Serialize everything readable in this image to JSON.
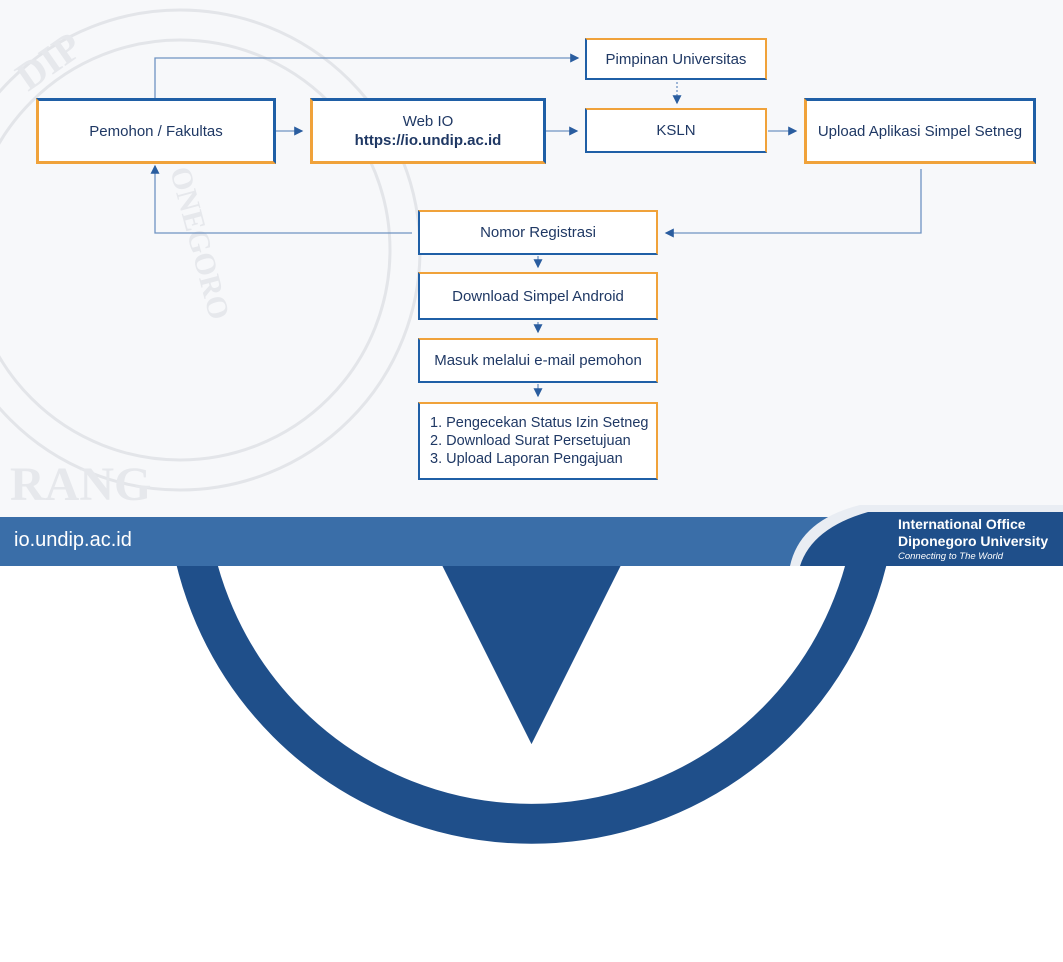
{
  "flowchart": {
    "nodes": {
      "pemohon": "Pemohon / Fakultas",
      "web_io_title": "Web IO",
      "web_io_url": "https://io.undip.ac.id",
      "pimpinan": "Pimpinan Universitas",
      "ksln": "KSLN",
      "upload_simpel": "Upload Aplikasi Simpel Setneg",
      "nomor_registrasi": "Nomor Registrasi",
      "download_android": "Download Simpel Android",
      "masuk_email": "Masuk melalui e-mail pemohon",
      "steps": [
        "1. Pengecekan Status Izin Setneg",
        "2. Download Surat Persetujuan",
        "3. Upload Laporan Pengajuan"
      ]
    }
  },
  "watermark": {
    "text_top": "DIP",
    "text_side": "ONEGORO",
    "text_bottom": "RANG"
  },
  "footer": {
    "url": "io.undip.ac.id",
    "org_line1": "International Office",
    "org_line2": "Diponegoro University",
    "tagline": "Connecting to The World"
  },
  "colors": {
    "navy": "#1f3864",
    "blue": "#1f5fa6",
    "orange": "#f0a23a",
    "footer_blue": "#3a6ea8"
  }
}
